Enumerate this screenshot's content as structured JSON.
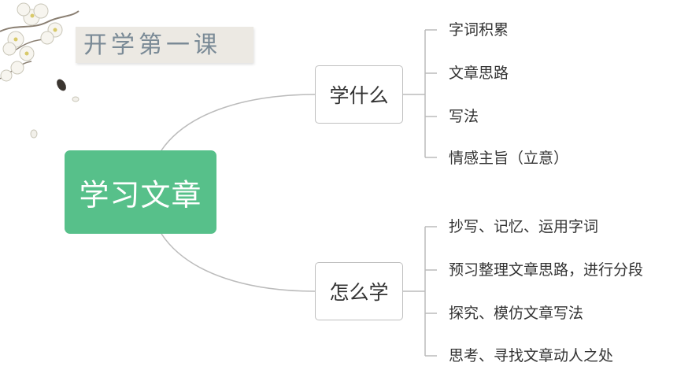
{
  "title": "开学第一课",
  "central": "学习文章",
  "branches": [
    {
      "label": "学什么",
      "items": [
        "字词积累",
        "文章思路",
        "写法",
        "情感主旨（立意）"
      ]
    },
    {
      "label": "怎么学",
      "items": [
        "抄写、记忆、运用字词",
        "预习整理文章思路，进行分段",
        "探究、模仿文章写法",
        "思考、寻找文章动人之处"
      ]
    }
  ],
  "colors": {
    "central": "#57c08a",
    "title_text": "#7a8a96",
    "banner": "#ece9e3",
    "connector": "#bbbbbb"
  },
  "decoration": "plum-blossom-branch"
}
